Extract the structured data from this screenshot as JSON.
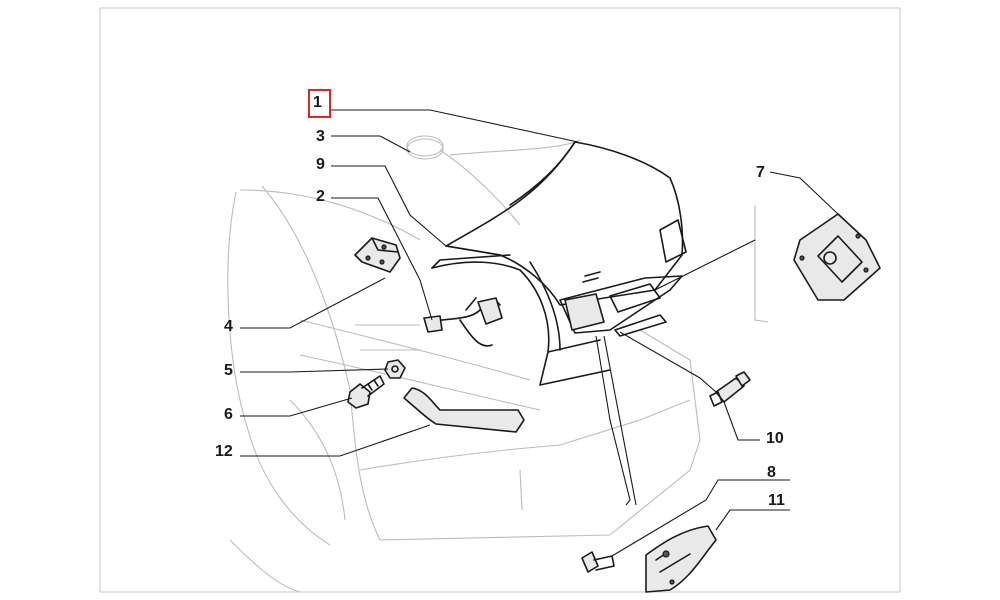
{
  "diagram": {
    "callouts": {
      "c1": "1",
      "c2": "2",
      "c3": "3",
      "c4": "4",
      "c5": "5",
      "c6": "6",
      "c7": "7",
      "c8": "8",
      "c9": "9",
      "c10": "10",
      "c11": "11",
      "c12": "12"
    },
    "highlighted_callout": "1",
    "highlight_color": "#d62a2a"
  }
}
